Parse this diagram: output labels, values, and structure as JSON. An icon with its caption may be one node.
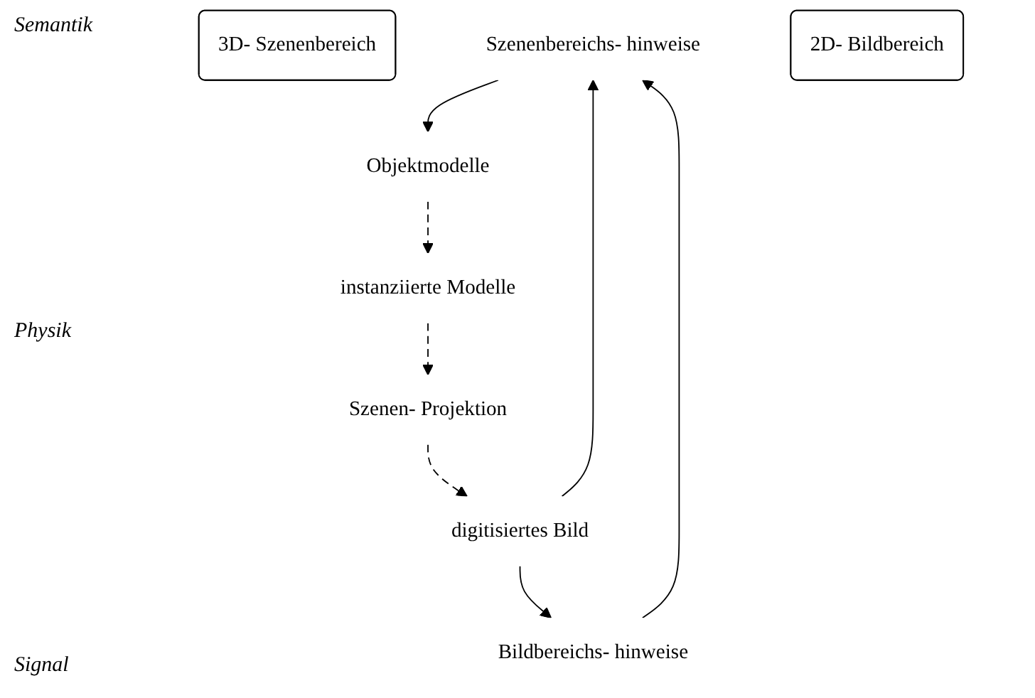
{
  "diagram": {
    "nodes": [
      {
        "text": [
          "3D- Szenenbereich"
        ]
      },
      {
        "text": [
          "Szenenbereichs- hinweise"
        ]
      },
      {
        "text": [
          "Objektmodelle"
        ]
      },
      {
        "text": [
          "instanziierte Modelle"
        ]
      },
      {
        "text": [
          "Bildbereichs- hinweise"
        ]
      },
      {
        "text": [
          "Szenen- Projektion"
        ]
      },
      {
        "text": [
          "2D- Bildbereich"
        ]
      },
      {
        "text": [
          "digitisiertes Bild"
        ]
      }
    ],
    "edges": [
      {
        "from": 1,
        "to": 2,
        "arrow": "to"
      },
      {
        "from": 2,
        "to": 3,
        "arrow": "to",
        "style": "dashed"
      },
      {
        "from": 3,
        "to": 5,
        "arrow": "to",
        "style": "dashed"
      },
      {
        "from": 5,
        "to": 7,
        "arrow": "to",
        "style": "dashed"
      },
      {
        "from": 7,
        "to": 4,
        "arrow": "to"
      },
      {
        "from": 7,
        "to": 1,
        "arrow": "to"
      },
      {
        "from": 4,
        "to": 1,
        "arrow": "to"
      }
    ],
    "labels": [
      "Semantik",
      "Physik",
      "Signal"
    ]
  }
}
